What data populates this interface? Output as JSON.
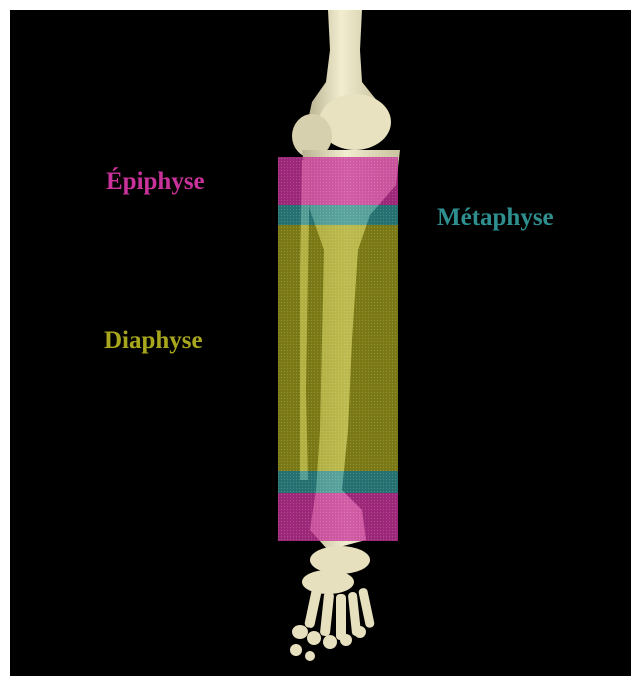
{
  "labels": {
    "epiphyse": "Épiphyse",
    "metaphyse": "Métaphyse",
    "diaphyse": "Diaphyse"
  },
  "colors": {
    "background": "#000000",
    "bone": "#ece6c2",
    "epiphyse": "#c8329a",
    "metaphyse": "#2f8f8f",
    "diaphyse": "#a8a61c"
  }
}
